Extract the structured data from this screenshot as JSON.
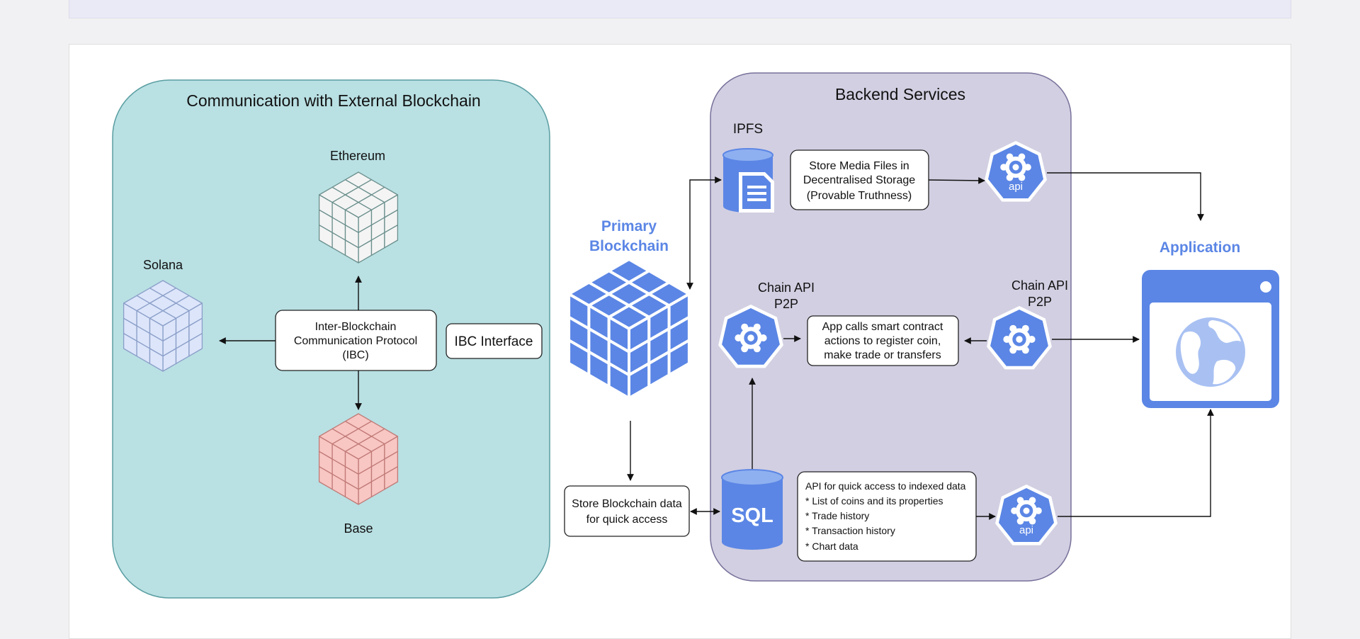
{
  "external": {
    "title": "Communication with External Blockchain",
    "ethereum": "Ethereum",
    "solana": "Solana",
    "base": "Base",
    "ibc_lines": [
      "Inter-Blockchain",
      "Communication Protocol",
      "(IBC)"
    ],
    "ibc_interface": "IBC Interface"
  },
  "primary": {
    "title_lines": [
      "Primary",
      "Blockchain"
    ],
    "store_lines": [
      "Store Blockchain data",
      "for quick access"
    ]
  },
  "backend": {
    "title": "Backend Services",
    "ipfs_label": "IPFS",
    "ipfs_box_lines": [
      "Store Media Files in",
      "Decentralised Storage",
      "(Provable Truthness)"
    ],
    "chain_api_left_lines": [
      "Chain API",
      "P2P"
    ],
    "chain_api_right_lines": [
      "Chain API",
      "P2P"
    ],
    "app_calls_lines": [
      "App calls smart contract",
      "actions to register coin,",
      "make trade or transfers"
    ],
    "sql_label": "SQL",
    "sql_box_lines": [
      "API for quick access to indexed data",
      "* List of coins and its properties",
      "* Trade history",
      "* Transaction history",
      "* Chart data"
    ],
    "api_label": "api"
  },
  "application": {
    "title": "Application"
  },
  "colors": {
    "teal_fill": "#b9e0e3",
    "teal_stroke": "#5a9ea2",
    "purple_fill": "#d2cfe2",
    "purple_stroke": "#77719a",
    "blue": "#5b86e5",
    "red_fill": "#f8c6c3",
    "lavender_fill": "#dce5fa",
    "grey_fill": "#f2f2f2"
  },
  "icons": [
    "database-icon",
    "kubernetes-api-icon",
    "cube-icon",
    "application-window-icon",
    "globe-icon"
  ]
}
